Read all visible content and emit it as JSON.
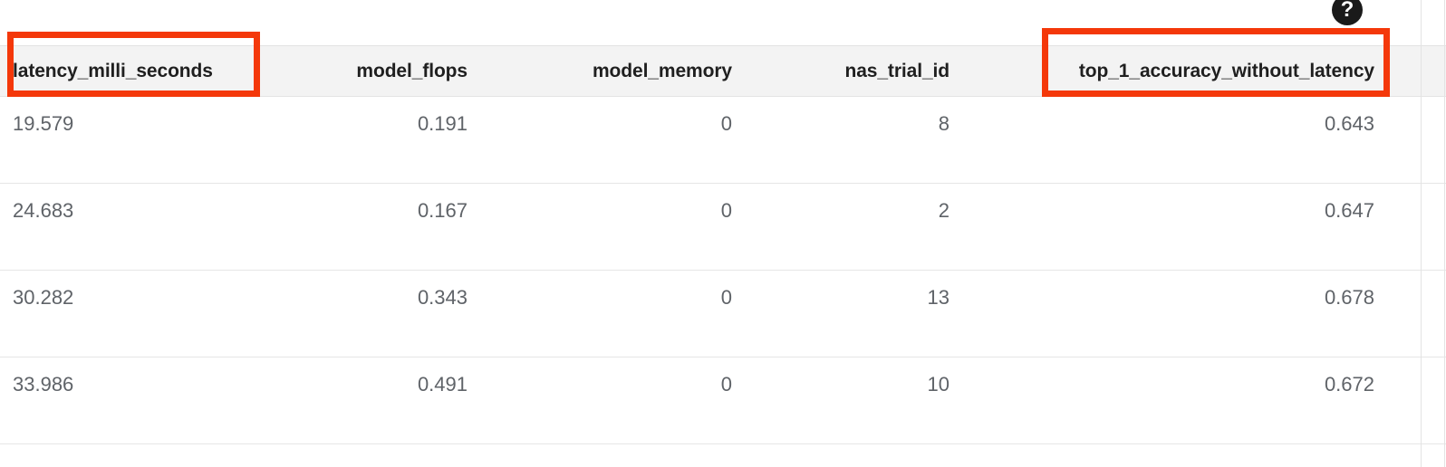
{
  "help": {
    "name": "help-icon",
    "glyph": "?"
  },
  "table": {
    "columns": [
      {
        "key": "latency_milli_seconds",
        "label": "latency_milli_seconds",
        "align": "left",
        "highlighted": true
      },
      {
        "key": "model_flops",
        "label": "model_flops",
        "align": "right",
        "highlighted": false
      },
      {
        "key": "model_memory",
        "label": "model_memory",
        "align": "right",
        "highlighted": false
      },
      {
        "key": "nas_trial_id",
        "label": "nas_trial_id",
        "align": "right",
        "highlighted": false
      },
      {
        "key": "top_1_accuracy_without_latency",
        "label": "top_1_accuracy_without_latency",
        "align": "right",
        "highlighted": true
      },
      {
        "key": "overflow_column",
        "label": "",
        "align": "right",
        "highlighted": false
      }
    ],
    "rows": [
      {
        "latency_milli_seconds": "19.579",
        "model_flops": "0.191",
        "model_memory": "0",
        "nas_trial_id": "8",
        "top_1_accuracy_without_latency": "0.643",
        "overflow_column": ""
      },
      {
        "latency_milli_seconds": "24.683",
        "model_flops": "0.167",
        "model_memory": "0",
        "nas_trial_id": "2",
        "top_1_accuracy_without_latency": "0.647",
        "overflow_column": ""
      },
      {
        "latency_milli_seconds": "30.282",
        "model_flops": "0.343",
        "model_memory": "0",
        "nas_trial_id": "13",
        "top_1_accuracy_without_latency": "0.678",
        "overflow_column": ""
      },
      {
        "latency_milli_seconds": "33.986",
        "model_flops": "0.491",
        "model_memory": "0",
        "nas_trial_id": "10",
        "top_1_accuracy_without_latency": "0.672",
        "overflow_column": ""
      }
    ]
  },
  "annotations": [
    {
      "name": "annotation-box-latency-milli-seconds",
      "target": "latency_milli_seconds",
      "color": "#f4380a"
    },
    {
      "name": "annotation-box-top-1-accuracy-without-latency",
      "target": "top_1_accuracy_without_latency",
      "color": "#f4380a"
    }
  ],
  "colors": {
    "header_background": "#f3f3f3",
    "header_text": "#1f1f1f",
    "cell_text": "#5f6368",
    "row_divider": "#e6e6e6",
    "column_divider": "#e3e3e3",
    "annotation": "#f4380a",
    "help_icon_background": "#1a1a1a"
  }
}
